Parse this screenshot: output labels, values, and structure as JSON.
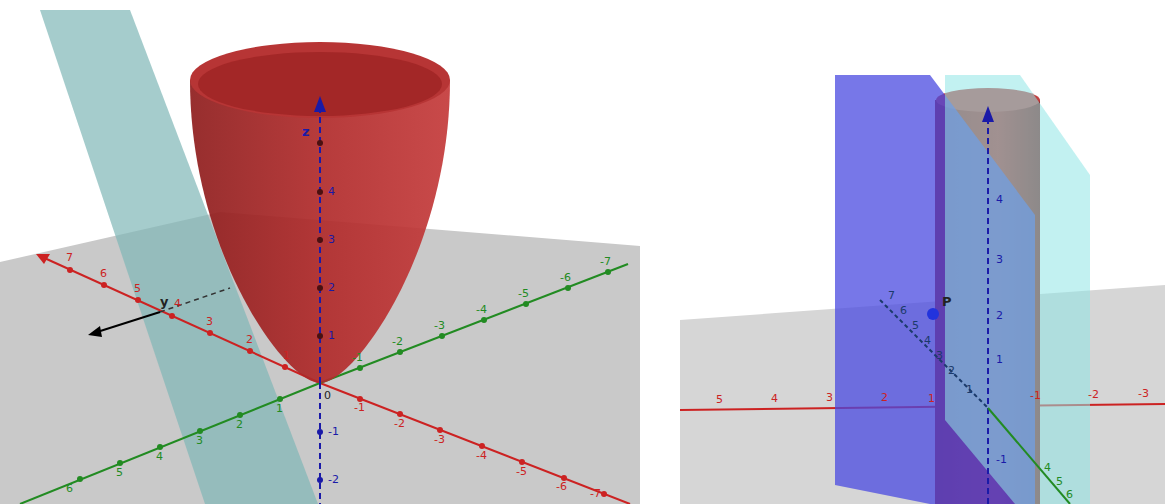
{
  "diagram": {
    "labels": [
      "7",
      "6",
      "5",
      "4",
      "3",
      "2",
      "1",
      "-1",
      "-2",
      "-3",
      "-4",
      "-5",
      "-6",
      "-7",
      "6",
      "5",
      "4",
      "3",
      "2",
      "1",
      "-1",
      "-2",
      "-3",
      "-4",
      "-5",
      "-6",
      "-7",
      "1",
      "2",
      "3",
      "4",
      "z",
      "-1",
      "-2",
      "y",
      "0",
      "5",
      "4",
      "3",
      "2",
      "1",
      "-1",
      "-2",
      "-3",
      "4",
      "3",
      "2",
      "1",
      "-1",
      "7",
      "6",
      "5",
      "4",
      "3",
      "2",
      "1",
      "4",
      "5",
      "6",
      "P"
    ]
  }
}
